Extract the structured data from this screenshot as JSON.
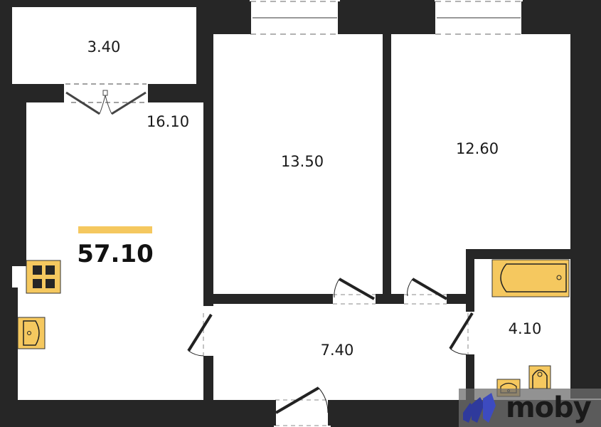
{
  "plan": {
    "total_area": "57.10",
    "rooms": [
      {
        "id": "balcony",
        "area": "3.40"
      },
      {
        "id": "kitchen-living",
        "area": "16.10"
      },
      {
        "id": "bedroom-1",
        "area": "13.50"
      },
      {
        "id": "bedroom-2",
        "area": "12.60"
      },
      {
        "id": "hallway",
        "area": "7.40"
      },
      {
        "id": "bathroom",
        "area": "4.10"
      }
    ]
  },
  "brand": {
    "name": "moby"
  },
  "colors": {
    "wall": "#262626",
    "fixture": "#f5c85f",
    "accent_bar": "#f5c85f",
    "logo_blue": "#2f3a9c"
  }
}
